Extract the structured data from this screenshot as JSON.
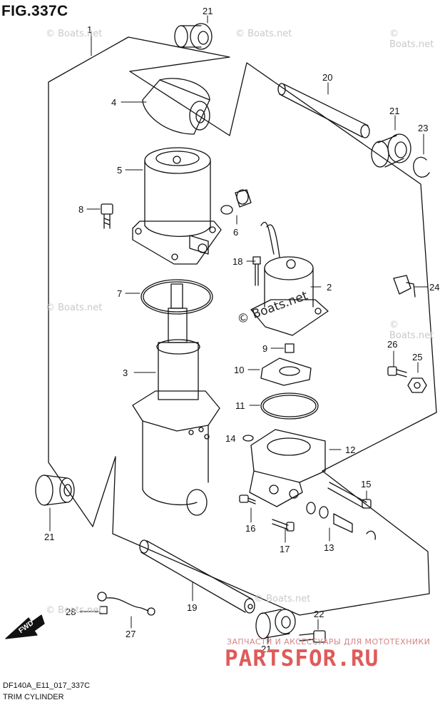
{
  "figure": {
    "title": "FIG.337C"
  },
  "footer": {
    "model_code": "DF140A_E11_017_337C",
    "caption": "TRIM CYLINDER"
  },
  "watermarks": {
    "small": "© Boats.net",
    "center": "© Boats.net"
  },
  "brand": {
    "tagline": "ЗАПЧАСТИ И АКСЕССУАРЫ ДЛЯ МОТОТЕХНИКИ",
    "logo": "PARTSFOR.RU"
  },
  "fwd_label": "FWD",
  "callouts": {
    "c1": "1",
    "c2": "2",
    "c3": "3",
    "c4": "4",
    "c5": "5",
    "c6": "6",
    "c7": "7",
    "c8": "8",
    "c9": "9",
    "c10": "10",
    "c11": "11",
    "c12": "12",
    "c13": "13",
    "c14": "14",
    "c15": "15",
    "c16": "16",
    "c17": "17",
    "c18": "18",
    "c19": "19",
    "c20": "20",
    "c21": "21",
    "c22": "22",
    "c23": "23",
    "c24": "24",
    "c25": "25",
    "c26": "26",
    "c27": "27",
    "c28": "28"
  },
  "icons": {
    "direction": "fwd-arrow-icon"
  }
}
